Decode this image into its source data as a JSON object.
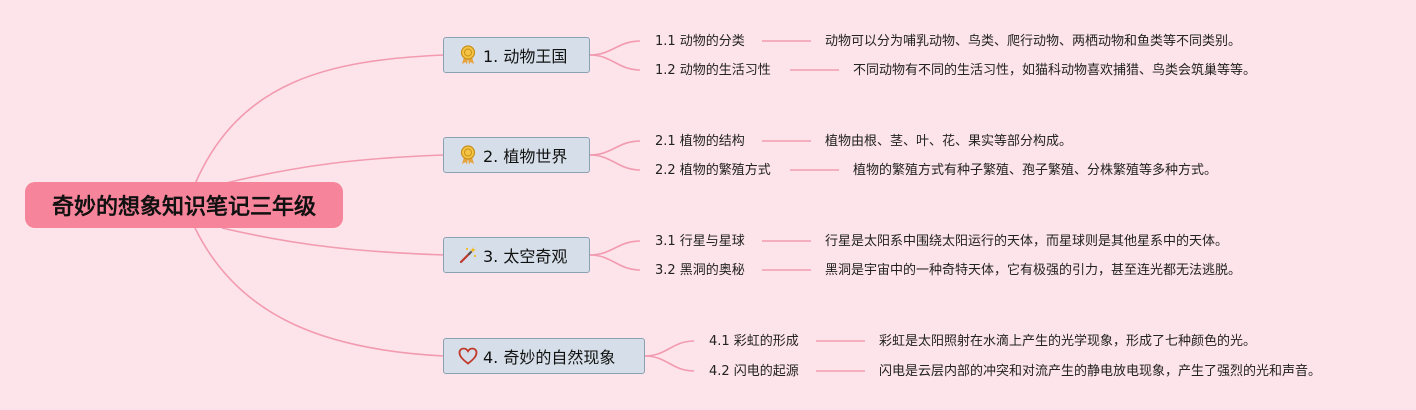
{
  "root": {
    "title": "奇妙的想象知识笔记三年级"
  },
  "topics": [
    {
      "label": "1. 动物王国",
      "icon": "award-ribbon-icon",
      "subs": [
        {
          "label": "1.1 动物的分类",
          "desc": "动物可以分为哺乳动物、鸟类、爬行动物、两栖动物和鱼类等不同类别。"
        },
        {
          "label": "1.2 动物的生活习性",
          "desc": "不同动物有不同的生活习性，如猫科动物喜欢捕猎、鸟类会筑巢等等。"
        }
      ]
    },
    {
      "label": "2. 植物世界",
      "icon": "award-ribbon-icon",
      "subs": [
        {
          "label": "2.1 植物的结构",
          "desc": "植物由根、茎、叶、花、果实等部分构成。"
        },
        {
          "label": "2.2 植物的繁殖方式",
          "desc": "植物的繁殖方式有种子繁殖、孢子繁殖、分株繁殖等多种方式。"
        }
      ]
    },
    {
      "label": "3. 太空奇观",
      "icon": "magic-wand-icon",
      "subs": [
        {
          "label": "3.1 行星与星球",
          "desc": "行星是太阳系中围绕太阳运行的天体，而星球则是其他星系中的天体。"
        },
        {
          "label": "3.2 黑洞的奥秘",
          "desc": "黑洞是宇宙中的一种奇特天体，它有极强的引力，甚至连光都无法逃脱。"
        }
      ]
    },
    {
      "label": "4. 奇妙的自然现象",
      "icon": "heart-outline-icon",
      "subs": [
        {
          "label": "4.1 彩虹的形成",
          "desc": "彩虹是太阳照射在水滴上产生的光学现象，形成了七种颜色的光。"
        },
        {
          "label": "4.2 闪电的起源",
          "desc": "闪电是云层内部的冲突和对流产生的静电放电现象，产生了强烈的光和声音。"
        }
      ]
    }
  ],
  "colors": {
    "background": "#fde4ea",
    "root_fill": "#f6849a",
    "topic_fill": "#d6dfe9",
    "topic_border": "#8aa1b4",
    "connector": "#f29bb0"
  }
}
